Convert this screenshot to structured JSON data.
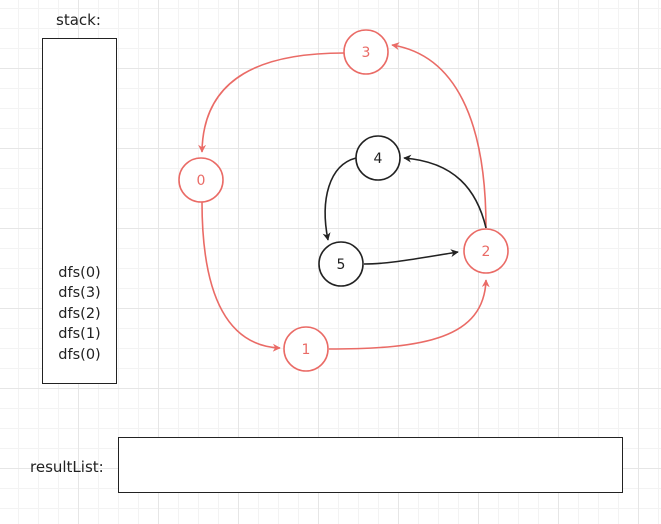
{
  "labels": {
    "stack": "stack:",
    "result_list": "resultList:"
  },
  "stack_items": [
    "dfs(0)",
    "dfs(3)",
    "dfs(2)",
    "dfs(1)",
    "dfs(0)"
  ],
  "result_list": [],
  "graph": {
    "nodes": [
      {
        "id": "3",
        "label": "3",
        "visited": true
      },
      {
        "id": "0",
        "label": "0",
        "visited": true
      },
      {
        "id": "4",
        "label": "4",
        "visited": false
      },
      {
        "id": "5",
        "label": "5",
        "visited": false
      },
      {
        "id": "2",
        "label": "2",
        "visited": true
      },
      {
        "id": "1",
        "label": "1",
        "visited": true
      }
    ],
    "edges": [
      {
        "from": "3",
        "to": "0",
        "visited": true
      },
      {
        "from": "0",
        "to": "1",
        "visited": true
      },
      {
        "from": "1",
        "to": "2",
        "visited": true
      },
      {
        "from": "2",
        "to": "3",
        "visited": true
      },
      {
        "from": "2",
        "to": "4",
        "visited": false
      },
      {
        "from": "4",
        "to": "5",
        "visited": false
      },
      {
        "from": "5",
        "to": "2",
        "visited": false
      }
    ]
  },
  "colors": {
    "visited": "#ea6b66",
    "unvisited": "#222222"
  }
}
